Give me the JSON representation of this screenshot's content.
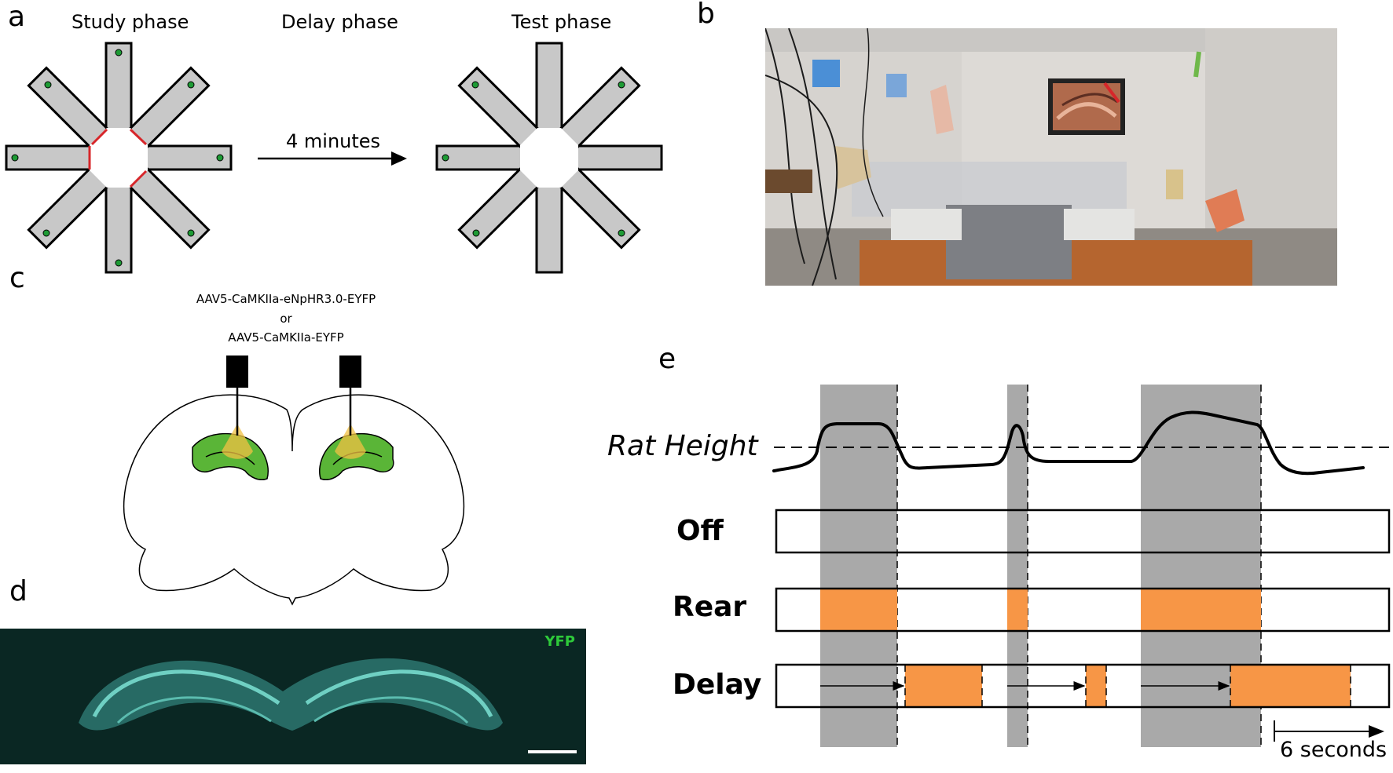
{
  "panels": {
    "a": {
      "letter": "a",
      "study_label": "Study phase",
      "delay_label": "Delay phase",
      "test_label": "Test phase",
      "arrow_label": "4 minutes",
      "colors": {
        "arm_fill": "#c8c8c8",
        "block": "#d7262a",
        "well": "#1e9b35"
      }
    },
    "b": {
      "letter": "b",
      "photo_content": "photo of a room with an elevated radial maze and visual cues on the walls"
    },
    "c": {
      "letter": "c",
      "vector_line1": "AAV5-CaMKIIa-eNpHR3.0-EYFP",
      "vector_or": "or",
      "vector_line2": "AAV5-CaMKIIa-EYFP",
      "colors": {
        "hippocampus": "#5ab537",
        "light": "#f2c244"
      }
    },
    "d": {
      "letter": "d",
      "stain_label": "YFP",
      "colors": {
        "stain_label": "#2ec93a",
        "tissue": "#3fa39a"
      }
    },
    "e": {
      "letter": "e",
      "trace_label": "Rat Height",
      "row_labels": [
        "Off",
        "Rear",
        "Delay"
      ],
      "scale_label": "6 seconds",
      "colors": {
        "shade": "#a9a9a9",
        "on": "#f79646"
      }
    }
  }
}
